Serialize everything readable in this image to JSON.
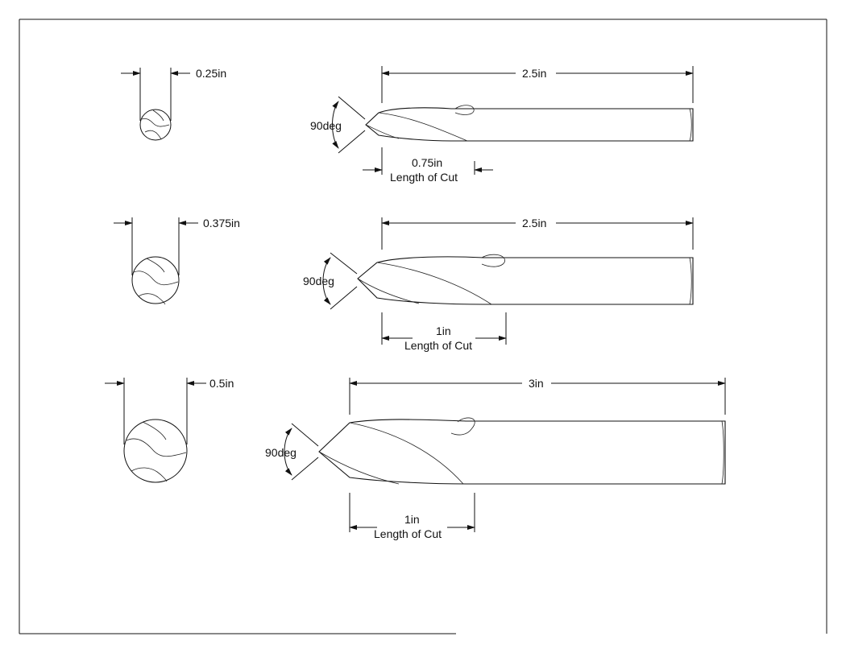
{
  "drawing": {
    "title": "",
    "rows": [
      {
        "diameter_label": "0.25in",
        "overall_length_label": "2.5in",
        "point_angle_label": "90deg",
        "cut_length_value": "0.75in",
        "cut_length_caption": "Length of Cut"
      },
      {
        "diameter_label": "0.375in",
        "overall_length_label": "2.5in",
        "point_angle_label": "90deg",
        "cut_length_value": "1in",
        "cut_length_caption": "Length of Cut"
      },
      {
        "diameter_label": "0.5in",
        "overall_length_label": "3in",
        "point_angle_label": "90deg",
        "cut_length_value": "1in",
        "cut_length_caption": "Length of Cut"
      }
    ]
  }
}
